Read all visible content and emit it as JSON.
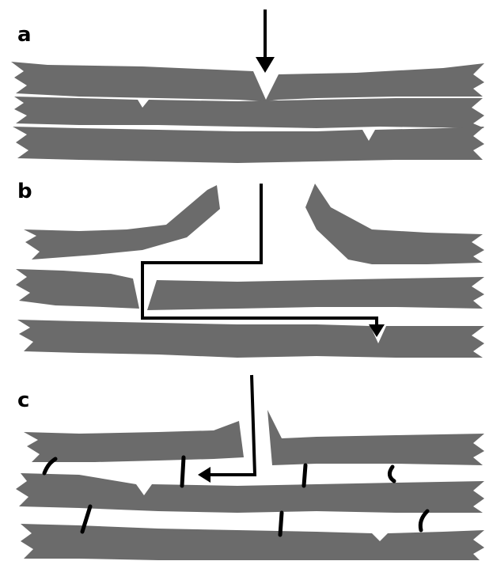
{
  "panels": [
    {
      "id": "a",
      "label": "a"
    },
    {
      "id": "b",
      "label": "b"
    },
    {
      "id": "c",
      "label": "c"
    }
  ],
  "colors": {
    "fiber": "#6b6b6b",
    "arrow": "#000000",
    "background": "#ffffff"
  }
}
